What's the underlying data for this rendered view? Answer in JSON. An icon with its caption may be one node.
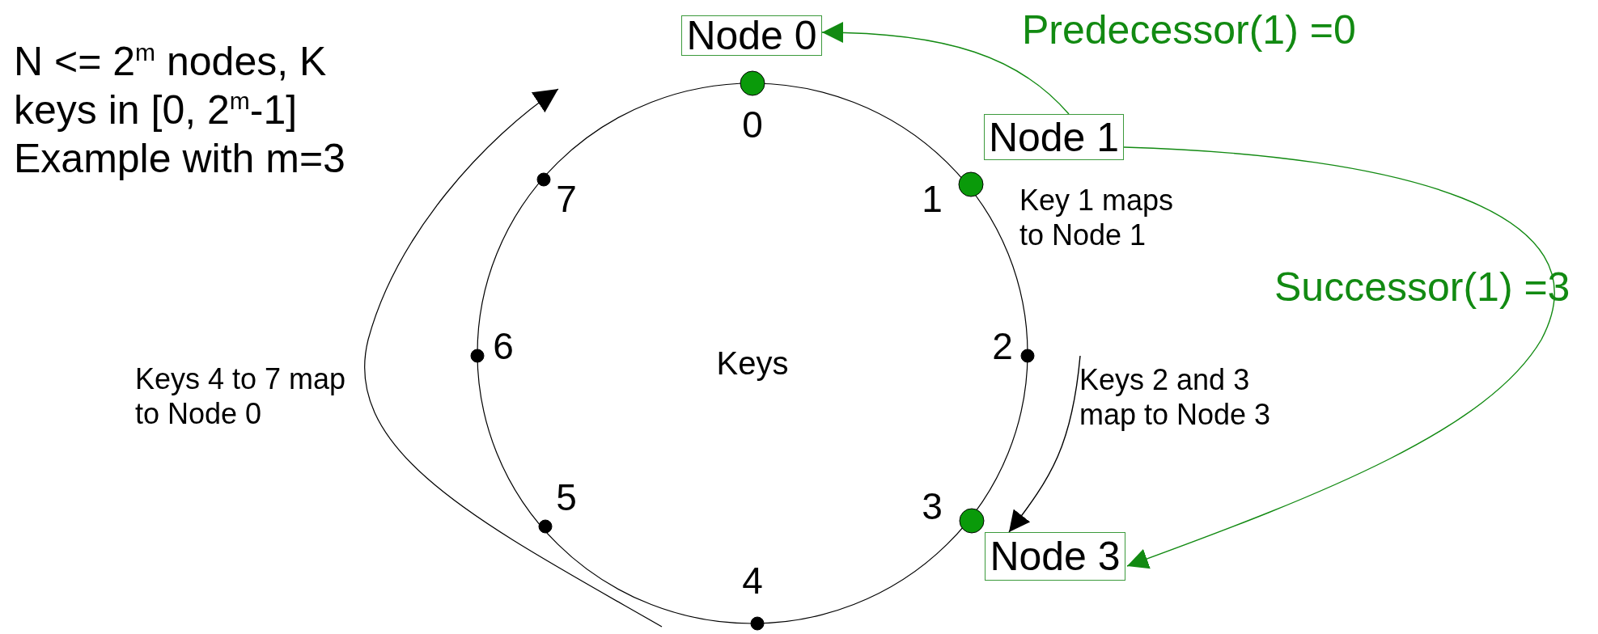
{
  "diagram": {
    "nodes": [
      {
        "text": [
          "Node 0"
        ]
      },
      {
        "text": [
          "Node 1"
        ]
      },
      {
        "text": [
          "Node 3"
        ]
      },
      {
        "text": [
          "Keys 2 and 3 map to Node 3"
        ]
      }
    ],
    "edges": [
      {
        "from": 1,
        "to": 0,
        "arrow": "to",
        "label": "Predecessor(1) =0"
      },
      {
        "from": 1,
        "to": 2,
        "arrow": "to",
        "label": "Successor(1) =3"
      },
      {
        "from": 3,
        "to": 2,
        "arrow": "to",
        "color": "#000000"
      }
    ],
    "labels": [
      "N <= 2$^{m}$ nodes, K keys in [0, 2$^{m}$-1] Example with m=3",
      "0",
      "7",
      "1",
      "Key 1 maps to Node 1",
      "Keys",
      "6",
      "2",
      "Keys 4 to 7 map to Node 0",
      "5",
      "3",
      "4"
    ]
  }
}
